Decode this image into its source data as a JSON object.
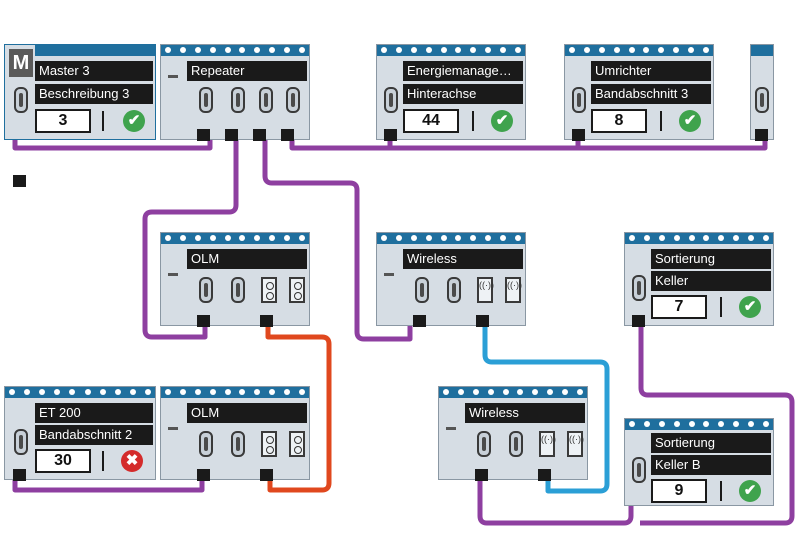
{
  "devices": {
    "master": {
      "logo": "M",
      "title": "Master 3",
      "subtitle": "Beschreibung 3",
      "address": "3",
      "status": "ok"
    },
    "repeater": {
      "title": "Repeater"
    },
    "energie": {
      "title": "Energiemanage…",
      "subtitle": "Hinterachse",
      "address": "44",
      "status": "ok"
    },
    "umrichter": {
      "title": "Umrichter",
      "subtitle": "Bandabschnitt 3",
      "address": "8",
      "status": "ok"
    },
    "olm1": {
      "title": "OLM"
    },
    "wireless1": {
      "title": "Wireless"
    },
    "sortierung1": {
      "title": "Sortierung",
      "subtitle": "Keller",
      "address": "7",
      "status": "ok"
    },
    "et200": {
      "title": "ET 200",
      "subtitle": "Bandabschnitt 2",
      "address": "30",
      "status": "error"
    },
    "olm2": {
      "title": "OLM"
    },
    "wireless2": {
      "title": "Wireless"
    },
    "sortierung2": {
      "title": "Sortierung",
      "subtitle": "Keller B",
      "address": "9",
      "status": "ok"
    }
  },
  "icons": {
    "ok": "checkmark-icon",
    "error": "cross-icon"
  },
  "colors": {
    "profibus": "#8e3fa0",
    "fiber": "#e0481e",
    "wireless": "#2b9fd6",
    "strip": "#1f6f9e",
    "ok": "#3fa34d",
    "error": "#d42b2b"
  }
}
